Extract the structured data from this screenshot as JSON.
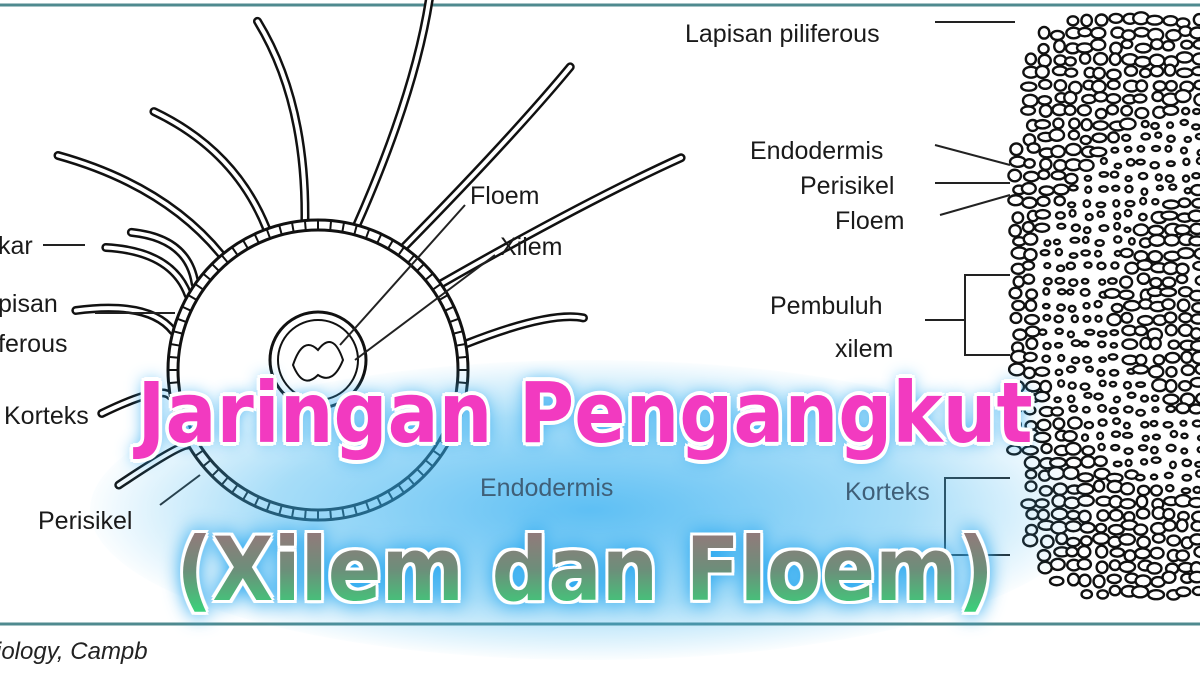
{
  "title": {
    "line1": "Jaringan Pengangkut",
    "line2": "(Xilem dan Floem)",
    "line1_color": "#f23ac0",
    "line2_gradient": [
      "#a0727a",
      "#2ee07a"
    ],
    "glow_color": "#2aa8ef"
  },
  "left_diagram": {
    "labels": {
      "root_hair": "kar",
      "piliferous_1": "pisan",
      "piliferous_2": "ferous",
      "cortex": "Korteks",
      "phloem": "Floem",
      "xylem": "Xilem",
      "endodermis": "Endodermis",
      "pericycle": "Perisikel"
    },
    "credit": "iology, Campb"
  },
  "right_diagram": {
    "labels": {
      "piliferous": "Lapisan piliferous",
      "endodermis": "Endodermis",
      "pericycle": "Perisikel",
      "phloem": "Floem",
      "xylem_1": "Pembuluh",
      "xylem_2": "xilem",
      "cortex": "Korteks"
    }
  }
}
